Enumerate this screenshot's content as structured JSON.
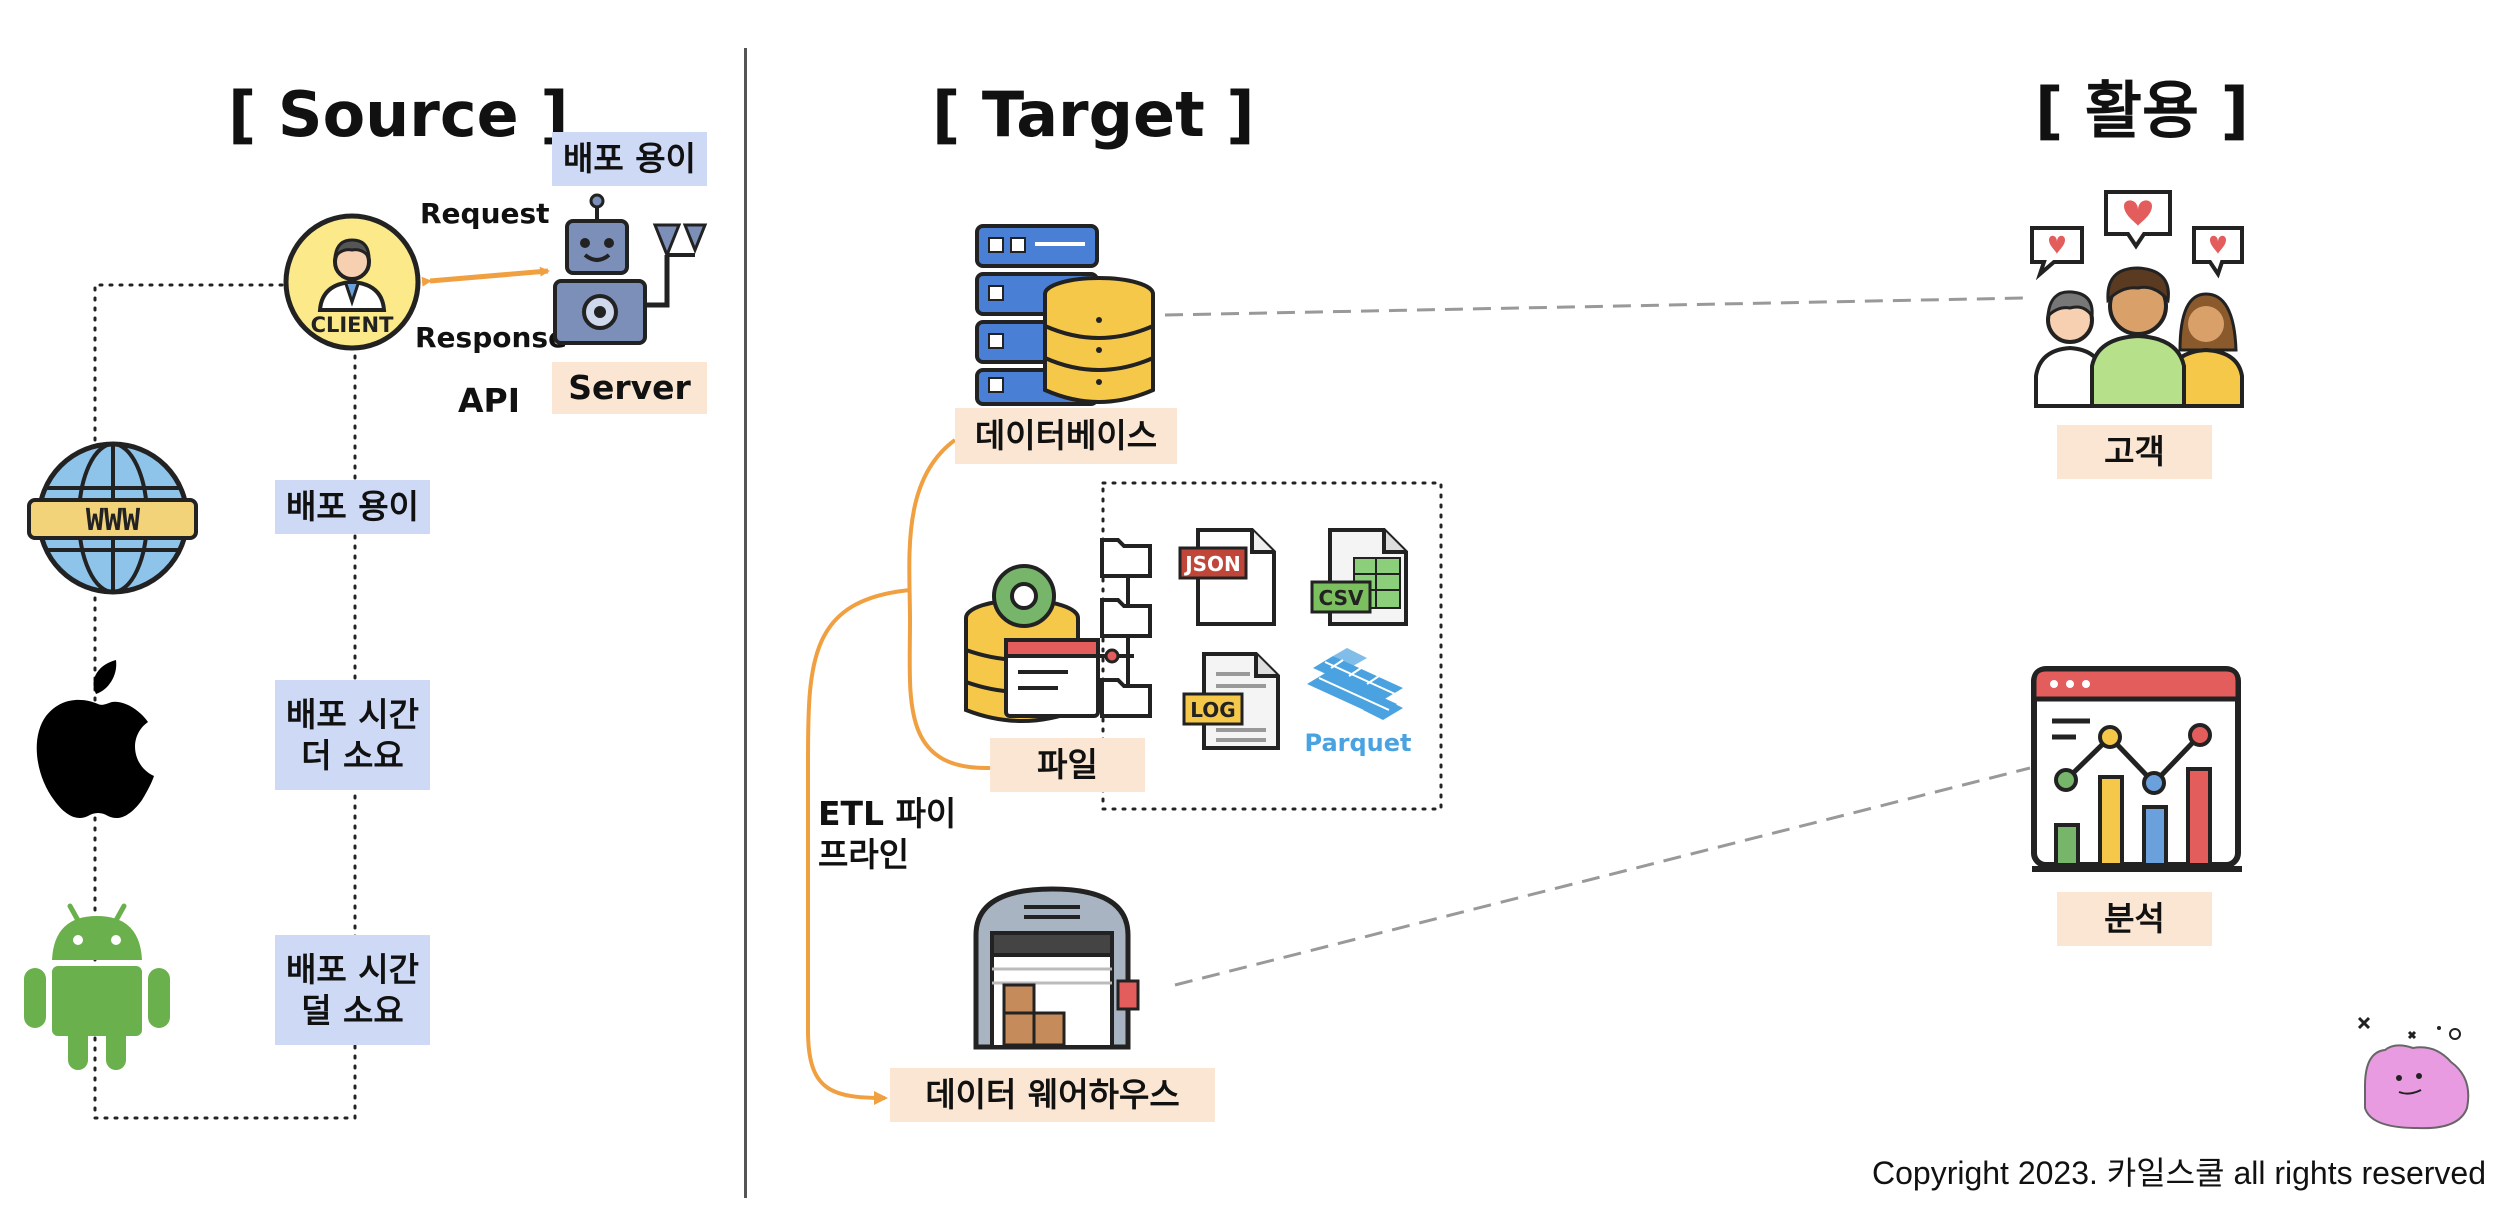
{
  "source": {
    "title": "[ Source ]",
    "request_label": "Request",
    "response_label": "Response",
    "api_label": "API",
    "server_label": "Server",
    "server_tag": "배포 용이",
    "client_icon_text": "CLIENT",
    "web_icon_text": "WWW",
    "web_tag": "배포 용이",
    "ios_tag": [
      "배포 시간",
      "더 소요"
    ],
    "android_tag": [
      "배포 시간",
      "덜 소요"
    ]
  },
  "target": {
    "title": "[ Target ]",
    "database_label": "데이터베이스",
    "file_label": "파일",
    "warehouse_label": "데이터 웨어하우스",
    "etl_label": [
      "ETL 파이",
      "프라인"
    ],
    "file_types": {
      "json": "JSON",
      "csv": "CSV",
      "log": "LOG",
      "parquet": "Parquet"
    }
  },
  "usage": {
    "title": "[ 활용 ]",
    "customer_label": "고객",
    "analysis_label": "분석"
  },
  "copyright": "Copyright 2023. 카일스쿨 all rights reserved",
  "colors": {
    "blue_tag": "#cdd9f5",
    "peach_tag": "#fae6d2",
    "orange_arrow": "#f0a040",
    "dashed_gray": "#999999",
    "android_green": "#6ab04c",
    "globe_blue": "#8ec3ea",
    "client_yellow": "#fbe98a",
    "parquet_blue": "#4aa3e0"
  }
}
